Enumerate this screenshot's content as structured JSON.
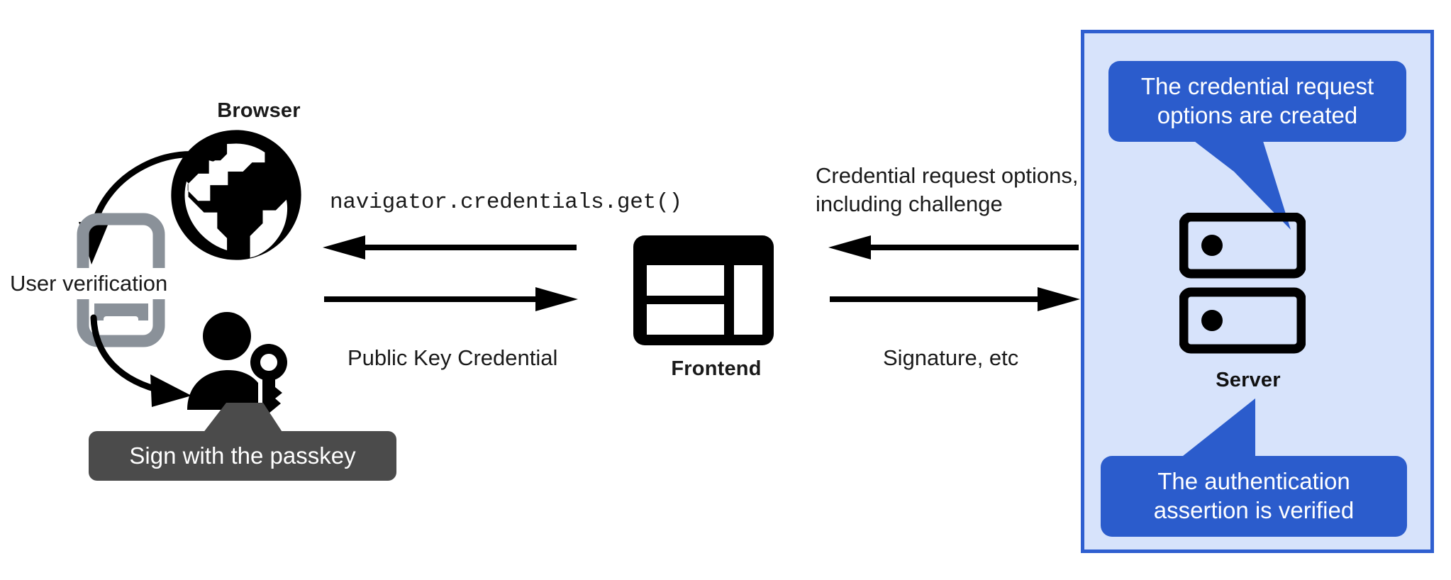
{
  "diagram": {
    "title": "WebAuthn passkey authentication flow",
    "background": "#ffffff"
  },
  "colors": {
    "panel_fill": "#d7e3fb",
    "panel_border": "#2f5fd0",
    "callout_blue": "#2b5ccc",
    "tooltip_dark": "#4b4b4b",
    "icon_black": "#000000",
    "phone_gray": "#8a9199",
    "text": "#1a1a1a"
  },
  "nodes": {
    "browser": {
      "label": "Browser",
      "icon": "globe-icon"
    },
    "frontend": {
      "label": "Frontend",
      "icon": "web-layout-icon"
    },
    "server": {
      "label": "Server",
      "icon": "server-racks-icon"
    },
    "device": {
      "icon": "smartphone-icon"
    },
    "user": {
      "icon": "person-with-key-icon"
    }
  },
  "flow_labels": {
    "user_verification": "User verification",
    "navigator_get": "navigator.credentials.get()",
    "public_key_credential": "Public Key Credential",
    "credential_request_options": "Credential request options,\ninclud​ing challenge",
    "signature_etc": "Signature, etc"
  },
  "callouts": {
    "top_right": "The credential request\noptions are created",
    "bottom_right": "The authentication\nassertion is verified",
    "user_tooltip": "Sign with the passkey"
  },
  "arrows": [
    {
      "name": "frontend-to-browser",
      "direction": "left",
      "label": "navigator.credentials.get()"
    },
    {
      "name": "browser-to-frontend",
      "direction": "right",
      "label": "Public Key Credential"
    },
    {
      "name": "server-to-frontend",
      "direction": "left",
      "label": "Credential request options, including challenge"
    },
    {
      "name": "frontend-to-server",
      "direction": "right",
      "label": "Signature, etc"
    },
    {
      "name": "browser-to-device",
      "direction": "curve-down-left",
      "label": "User verification"
    },
    {
      "name": "device-to-user",
      "direction": "curve-down-right",
      "label": "Sign with the passkey"
    }
  ]
}
